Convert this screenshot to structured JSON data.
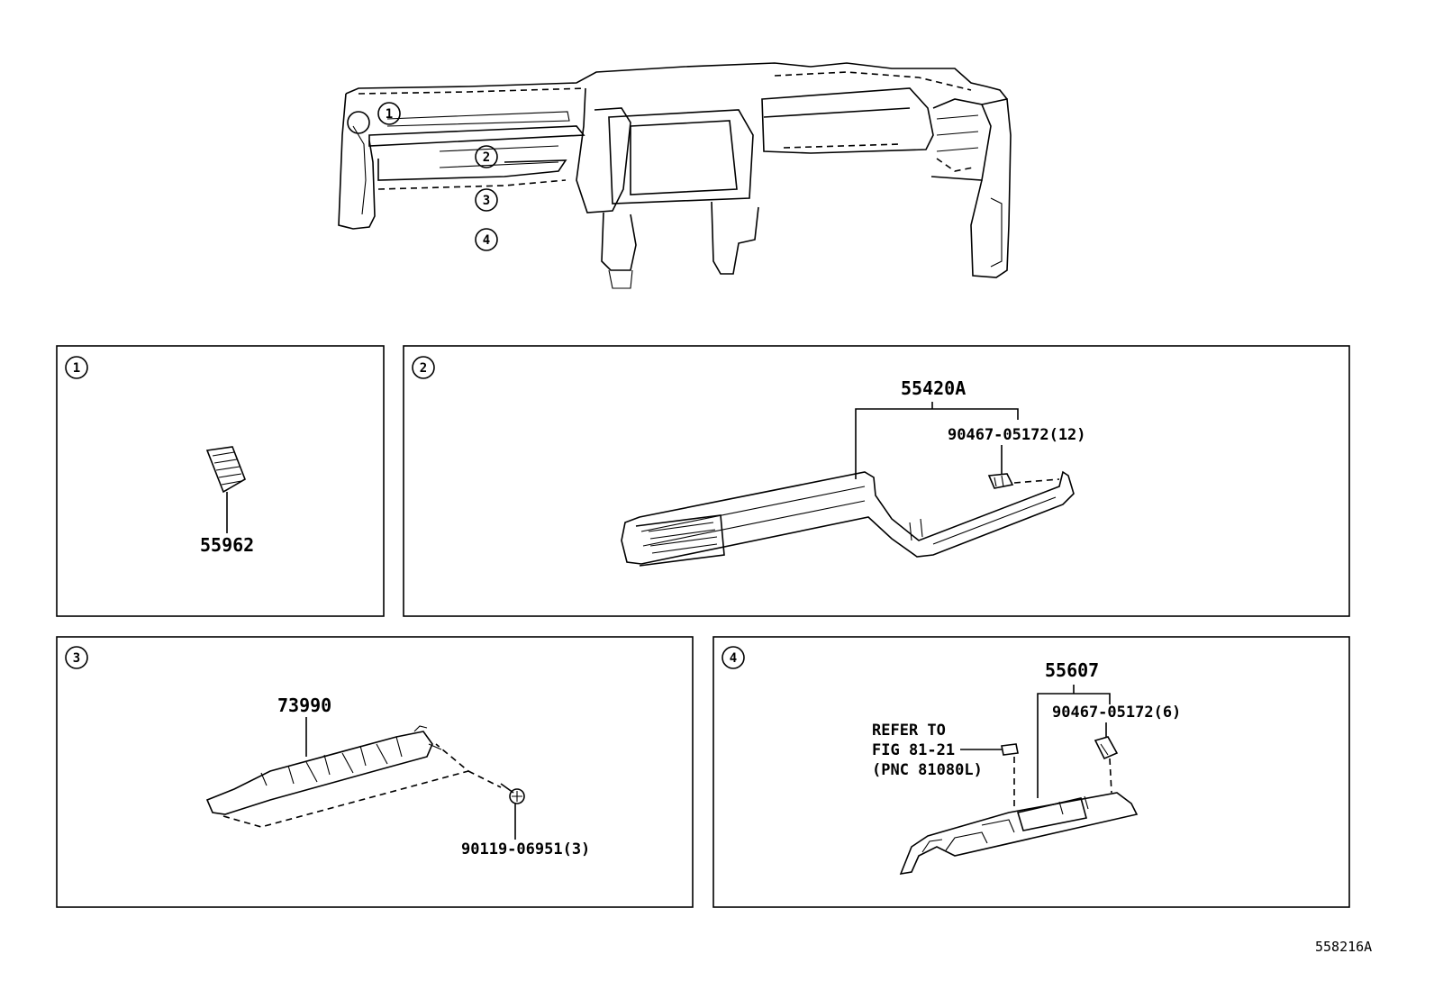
{
  "overview": {
    "callouts": [
      "1",
      "2",
      "3",
      "4"
    ]
  },
  "panels": [
    {
      "number": "1",
      "parts": {
        "main": "55962"
      }
    },
    {
      "number": "2",
      "parts": {
        "main": "55420A",
        "clip": "90467-05172(12)"
      }
    },
    {
      "number": "3",
      "parts": {
        "main": "73990",
        "bolt": "90119-06951(3)"
      }
    },
    {
      "number": "4",
      "parts": {
        "main": "55607",
        "clip": "90467-05172(6)",
        "reference": [
          "REFER TO",
          "FIG 81-21",
          "(PNC 81080L)"
        ]
      }
    }
  ],
  "illustration_code": "558216A"
}
